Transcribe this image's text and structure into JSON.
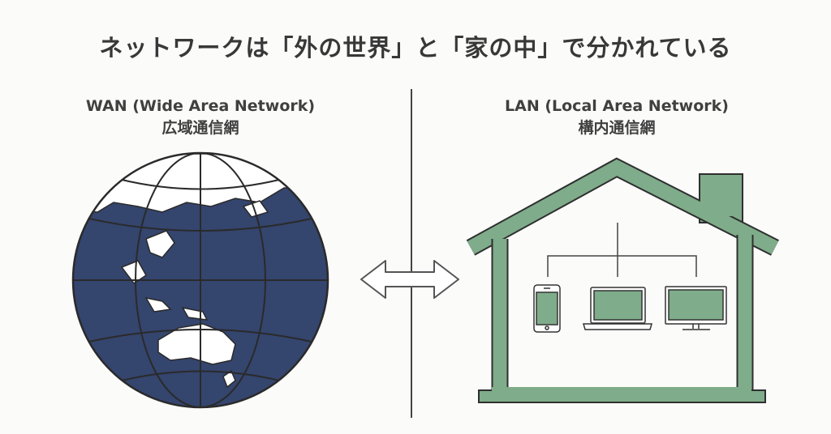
{
  "title": "ネットワークは「外の世界」と「家の中」で分かれている",
  "wan": {
    "name": "WAN (Wide Area Network)",
    "japanese": "広域通信網"
  },
  "lan": {
    "name": "LAN (Local Area Network)",
    "japanese": "構内通信網"
  },
  "colors": {
    "globe": "#34456e",
    "house": "#7fac8a",
    "outline": "#2f2f2f"
  }
}
